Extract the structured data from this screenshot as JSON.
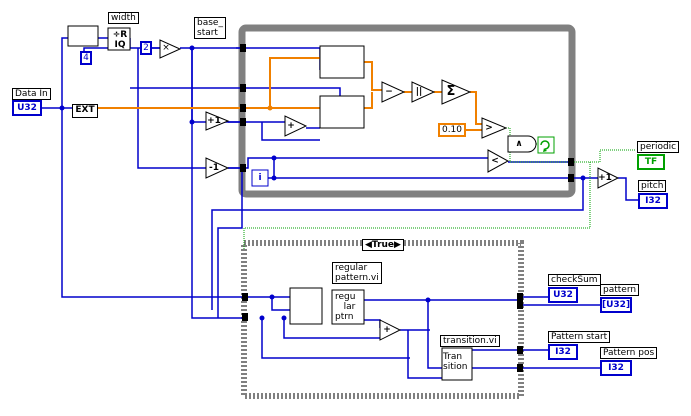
{
  "controls": {
    "data_in_label": "Data In",
    "data_in_type": "U32",
    "width_label": "width",
    "width_value": "4",
    "base_start_label": "base_\nstart",
    "two_const": "2",
    "threshold_const": "0.10",
    "ext_label": "EXT"
  },
  "nodes": {
    "quotient_glyph": "÷R IQ",
    "multiply_glyph": "×",
    "plus_one_glyph": "+1",
    "minus_one_glyph": "-1",
    "add_glyph": "+",
    "subtract_glyph": "−",
    "abs_glyph": "||",
    "sum_glyph": "Σ",
    "greater_glyph": ">",
    "less_glyph": "<",
    "and_glyph": "∧",
    "loop_index": "i",
    "increment_glyph": "+1"
  },
  "case_structure": {
    "selector": "True"
  },
  "subvis": {
    "regular_pattern_label": "regular\npattern.vi",
    "regular_pattern_icon": "regu\n   lar\nptrn",
    "transition_label": "transition.vi",
    "transition_icon": "Tran\nsition"
  },
  "indicators": [
    {
      "label": "periodic",
      "type": "TF"
    },
    {
      "label": "pitch",
      "type": "I32"
    },
    {
      "label": "checkSum",
      "type": "U32"
    },
    {
      "label": "pattern",
      "type": "[U32]"
    },
    {
      "label": "Pattern start",
      "type": "I32"
    },
    {
      "label": "Pattern pos",
      "type": "I32"
    }
  ],
  "colors": {
    "integer_wire": "#0000cc",
    "float_wire": "#f08000",
    "boolean_wire": "#00a000",
    "loop_border": "#808080"
  }
}
